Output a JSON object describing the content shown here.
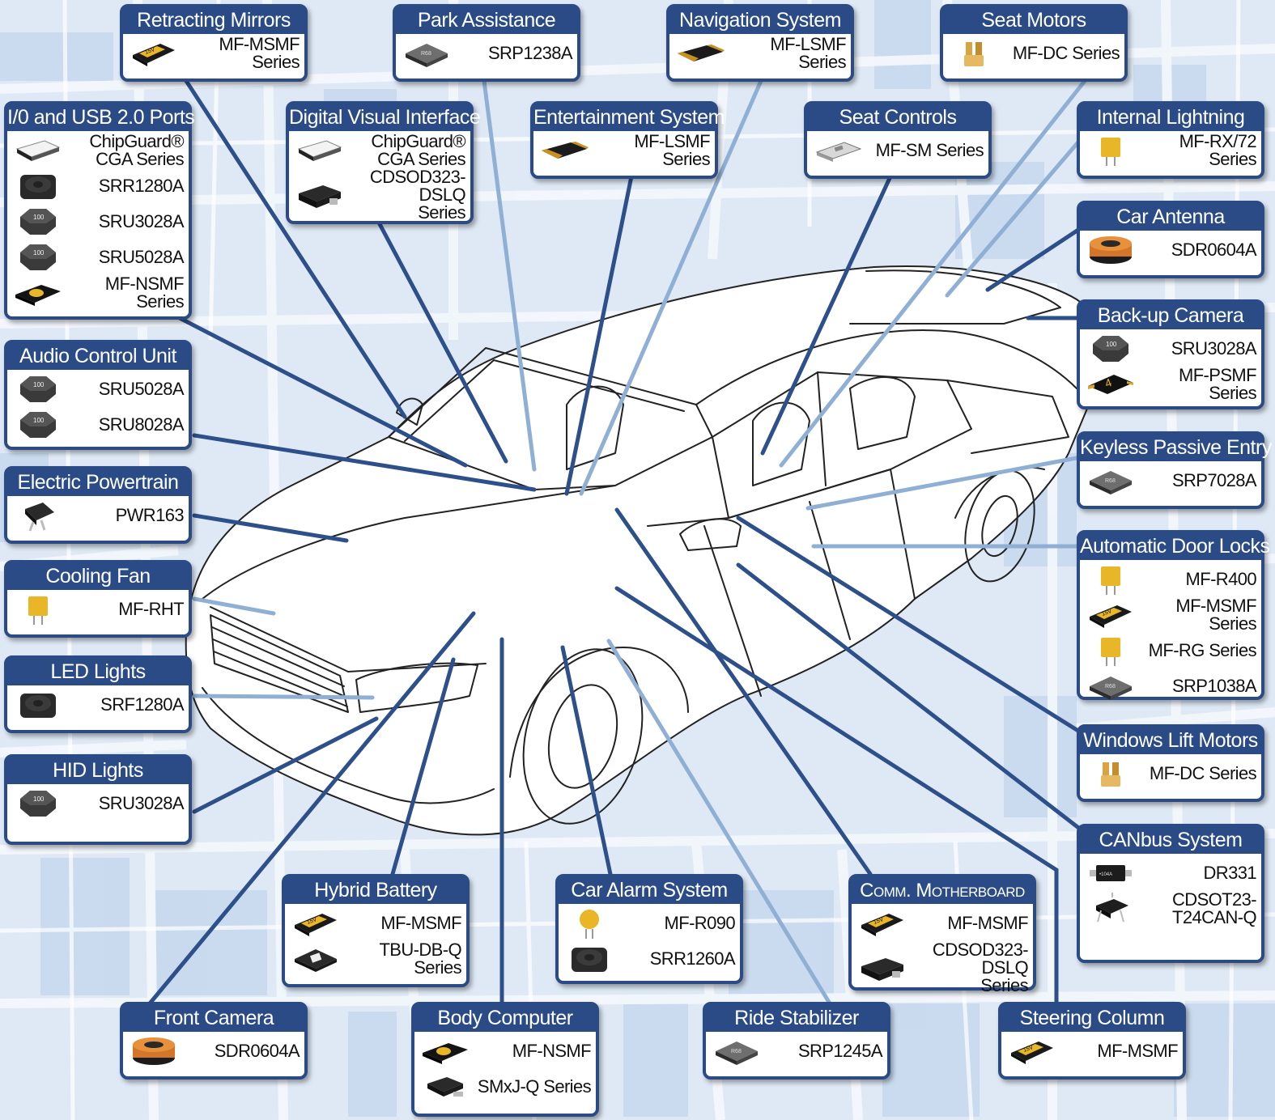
{
  "colors": {
    "box_border": "#2b4b86",
    "title_bg": "#2b4b86",
    "line_dark": "#2d4f8a",
    "line_light": "#8fb0d4",
    "bg": "#dfe9f5"
  },
  "callouts": [
    {
      "id": "retracting-mirrors",
      "title": "Retracting Mirrors",
      "items": [
        {
          "icon": "fuse-15v-icon",
          "label": "MF-MSMF Series"
        }
      ]
    },
    {
      "id": "park-assistance",
      "title": "Park Assistance",
      "items": [
        {
          "icon": "inductor-square-icon",
          "label": "SRP1238A"
        }
      ]
    },
    {
      "id": "navigation-system",
      "title": "Navigation System",
      "items": [
        {
          "icon": "fuse-flat-icon",
          "label": "MF-LSMF Series"
        }
      ]
    },
    {
      "id": "seat-motors",
      "title": "Seat Motors",
      "items": [
        {
          "icon": "fuse-dc-icon",
          "label": "MF-DC Series"
        }
      ]
    },
    {
      "id": "io-usb-ports",
      "title": "I/0 and USB 2.0 Ports",
      "items": [
        {
          "icon": "chip-white-icon",
          "label": "ChipGuard®\nCGA Series"
        },
        {
          "icon": "inductor-round-icon",
          "label": "SRR1280A"
        },
        {
          "icon": "inductor-octagon-icon",
          "label": "SRU3028A"
        },
        {
          "icon": "inductor-octagon-icon",
          "label": "SRU5028A"
        },
        {
          "icon": "fuse-nsmf-icon",
          "label": "MF-NSMF Series"
        }
      ]
    },
    {
      "id": "digital-visual-interface",
      "title": "Digital Visual Interface",
      "items": [
        {
          "icon": "chip-white-icon",
          "label": "ChipGuard®\nCGA Series"
        },
        {
          "icon": "diode-black-icon",
          "label": "CDSOD323-DSLQ\nSeries"
        }
      ]
    },
    {
      "id": "entertainment-system",
      "title": "Entertainment System",
      "items": [
        {
          "icon": "fuse-flat-icon",
          "label": "MF-LSMF Series"
        }
      ]
    },
    {
      "id": "seat-controls",
      "title": "Seat Controls",
      "items": [
        {
          "icon": "fuse-sm-icon",
          "label": "MF-SM Series"
        }
      ]
    },
    {
      "id": "internal-lightning",
      "title": "Internal Lightning",
      "items": [
        {
          "icon": "fuse-radial-icon",
          "label": "MF-RX/72 Series"
        }
      ]
    },
    {
      "id": "car-antenna",
      "title": "Car Antenna",
      "items": [
        {
          "icon": "inductor-coil-icon",
          "label": "SDR0604A"
        }
      ]
    },
    {
      "id": "backup-camera",
      "title": "Back-up Camera",
      "items": [
        {
          "icon": "inductor-octagon-icon",
          "label": "SRU3028A"
        },
        {
          "icon": "fuse-psmf-icon",
          "label": "MF-PSMF Series"
        }
      ]
    },
    {
      "id": "audio-control-unit",
      "title": "Audio Control Unit",
      "items": [
        {
          "icon": "inductor-octagon-icon",
          "label": "SRU5028A"
        },
        {
          "icon": "inductor-octagon-icon",
          "label": "SRU8028A"
        }
      ]
    },
    {
      "id": "keyless-passive-entry",
      "title": "Keyless Passive Entry",
      "items": [
        {
          "icon": "inductor-square-icon",
          "label": "SRP7028A"
        }
      ]
    },
    {
      "id": "electric-powertrain",
      "title": "Electric Powertrain",
      "items": [
        {
          "icon": "resistor-to-icon",
          "label": "PWR163"
        }
      ]
    },
    {
      "id": "automatic-door-locks",
      "title": "Automatic Door Locks",
      "items": [
        {
          "icon": "fuse-radial-icon",
          "label": "MF-R400"
        },
        {
          "icon": "fuse-15v-icon",
          "label": "MF-MSMF Series"
        },
        {
          "icon": "fuse-radial-icon",
          "label": "MF-RG Series"
        },
        {
          "icon": "inductor-square-icon",
          "label": "SRP1038A"
        }
      ]
    },
    {
      "id": "cooling-fan",
      "title": "Cooling Fan",
      "items": [
        {
          "icon": "fuse-radial-icon",
          "label": "MF-RHT"
        }
      ]
    },
    {
      "id": "led-lights",
      "title": "LED Lights",
      "items": [
        {
          "icon": "inductor-round-icon",
          "label": "SRF1280A"
        }
      ]
    },
    {
      "id": "windows-lift-motors",
      "title": "Windows Lift Motors",
      "items": [
        {
          "icon": "fuse-dc-icon",
          "label": "MF-DC Series"
        }
      ]
    },
    {
      "id": "hid-lights",
      "title": "HID Lights",
      "items": [
        {
          "icon": "inductor-octagon-icon",
          "label": "SRU3028A"
        }
      ]
    },
    {
      "id": "canbus-system",
      "title": "CANbus System",
      "items": [
        {
          "icon": "diode-smd-icon",
          "label": "DR331"
        },
        {
          "icon": "sot23-icon",
          "label": "CDSOT23-\nT24CAN-Q"
        }
      ]
    },
    {
      "id": "hybrid-battery",
      "title": "Hybrid Battery",
      "items": [
        {
          "icon": "fuse-15v-icon",
          "label": "MF-MSMF"
        },
        {
          "icon": "ic-tbu-icon",
          "label": "TBU-DB-Q\nSeries"
        }
      ]
    },
    {
      "id": "car-alarm-system",
      "title": "Car Alarm System",
      "items": [
        {
          "icon": "fuse-disc-icon",
          "label": "MF-R090"
        },
        {
          "icon": "inductor-round-icon",
          "label": "SRR1260A"
        }
      ]
    },
    {
      "id": "comm-motherboard",
      "title": "Comm. Motherboard",
      "smallcaps": true,
      "items": [
        {
          "icon": "fuse-15v-icon",
          "label": "MF-MSMF"
        },
        {
          "icon": "diode-black-icon",
          "label": "CDSOD323-DSLQ\nSeries"
        }
      ]
    },
    {
      "id": "front-camera",
      "title": "Front Camera",
      "items": [
        {
          "icon": "inductor-coil-icon",
          "label": "SDR0604A"
        }
      ]
    },
    {
      "id": "body-computer",
      "title": "Body Computer",
      "items": [
        {
          "icon": "fuse-nsmf-icon",
          "label": "MF-NSMF"
        },
        {
          "icon": "diode-smb-icon",
          "label": "SMxJ-Q Series"
        }
      ]
    },
    {
      "id": "ride-stabilizer",
      "title": "Ride Stabilizer",
      "items": [
        {
          "icon": "inductor-square-icon",
          "label": "SRP1245A"
        }
      ]
    },
    {
      "id": "steering-column",
      "title": "Steering Column",
      "items": [
        {
          "icon": "fuse-15v-icon",
          "label": "MF-MSMF"
        }
      ]
    }
  ]
}
